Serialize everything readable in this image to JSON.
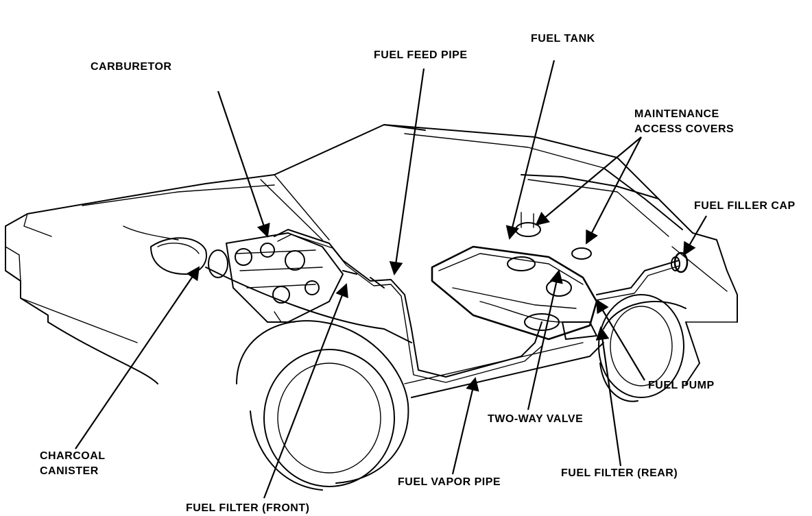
{
  "labels": {
    "carburetor": "CARBURETOR",
    "fuel_feed_pipe": "FUEL FEED PIPE",
    "fuel_tank": "FUEL TANK",
    "maintenance_line1": "MAINTENANCE",
    "maintenance_line2": "ACCESS COVERS",
    "fuel_filler_cap": "FUEL FILLER CAP",
    "fuel_pump": "FUEL PUMP",
    "two_way_valve": "TWO-WAY VALVE",
    "charcoal_line1": "CHARCOAL",
    "charcoal_line2": "CANISTER",
    "fuel_vapor_pipe": "FUEL VAPOR PIPE",
    "fuel_filter_rear": "FUEL FILTER (REAR)",
    "fuel_filter_front": "FUEL FILTER (FRONT)"
  },
  "colors": {
    "ink": "#000000",
    "paper": "#ffffff"
  }
}
